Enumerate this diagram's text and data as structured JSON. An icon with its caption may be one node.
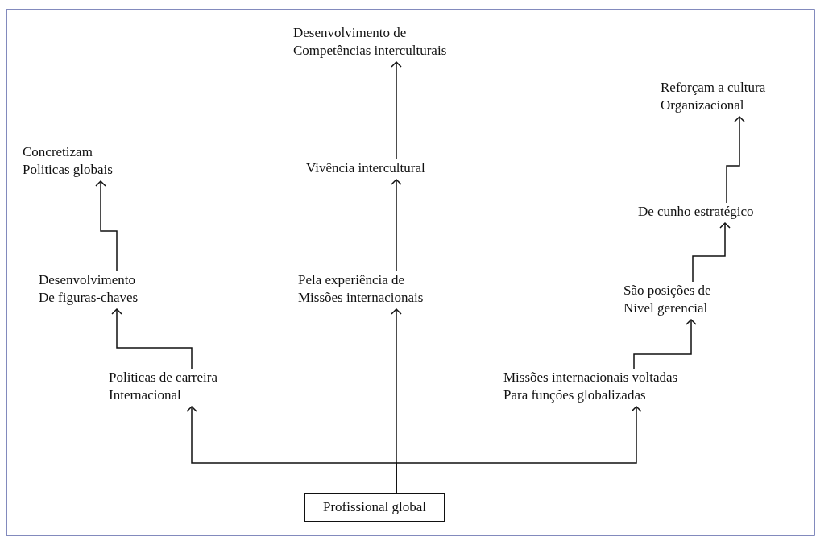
{
  "diagram": {
    "nodes": [
      {
        "text": [
          "Desenvolvimento de Competências interculturais"
        ]
      },
      {
        "text": [
          "Reforçam a cultura Organizacional"
        ]
      },
      {
        "text": [
          "Concretizam Politicas globais"
        ]
      },
      {
        "text": [
          "Vivência intercultural"
        ]
      },
      {
        "text": [
          "De cunho estratégico"
        ]
      },
      {
        "text": [
          "Desenvolvimento De figuras-chaves"
        ]
      },
      {
        "text": [
          "Pela experiência de Missões internacionais"
        ]
      },
      {
        "text": [
          "São posições de Nivel gerencial"
        ]
      },
      {
        "text": [
          "Politicas de carreira Internacional"
        ]
      },
      {
        "text": [
          "Missões internacionais voltadas Para funções globalizadas"
        ]
      },
      {
        "text": [
          "Profissional global"
        ]
      }
    ],
    "edges": [
      {
        "from": 10,
        "to": 8,
        "arrow": "to"
      },
      {
        "from": 10,
        "to": 6,
        "arrow": "to"
      },
      {
        "from": 10,
        "to": 9,
        "arrow": "to"
      },
      {
        "from": 8,
        "to": 5,
        "arrow": "to"
      },
      {
        "from": 5,
        "to": 2,
        "arrow": "to"
      },
      {
        "from": 6,
        "to": 3,
        "arrow": "to"
      },
      {
        "from": 3,
        "to": 0,
        "arrow": "to"
      },
      {
        "from": 9,
        "to": 7,
        "arrow": "to"
      },
      {
        "from": 7,
        "to": 4,
        "arrow": "to"
      },
      {
        "from": 4,
        "to": 1,
        "arrow": "to"
      }
    ]
  }
}
